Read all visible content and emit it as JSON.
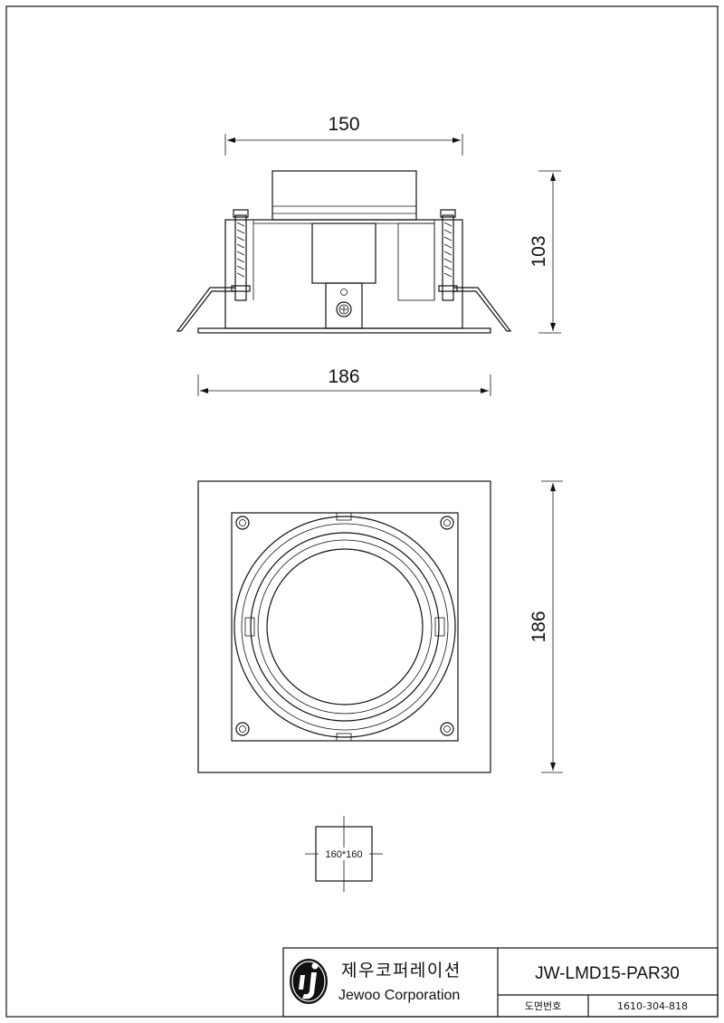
{
  "side_view": {
    "width_top": "150",
    "width_bottom": "186",
    "height": "103"
  },
  "front_view": {
    "height": "186"
  },
  "cutout": {
    "label": "160*160"
  },
  "title_block": {
    "company_ko": "제우코퍼레이션",
    "company_en": "Jewoo Corporation",
    "model": "JW-LMD15-PAR30",
    "drawing_no_label": "도면번호",
    "drawing_no": "1610-304-818"
  }
}
